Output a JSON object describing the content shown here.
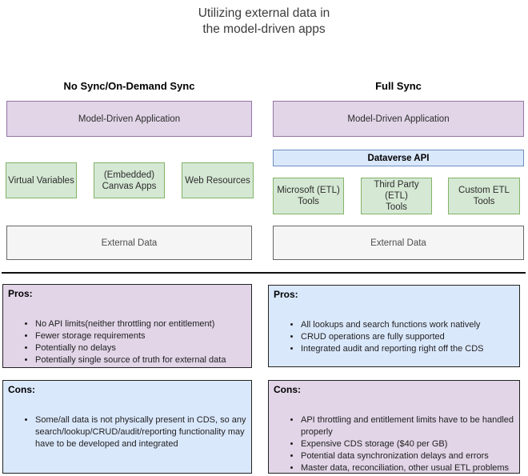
{
  "title": "Utilizing external data in\nthe model-driven apps",
  "left": {
    "header": "No Sync/On-Demand Sync",
    "app_box": "Model-Driven Application",
    "sources": [
      "Virtual Variables",
      "(Embedded)\nCanvas Apps",
      "Web Resources"
    ],
    "external": "External Data",
    "pros_label": "Pros:",
    "pros": [
      "No API limits(neither throttling nor entitlement)",
      "Fewer storage requirements",
      "Potentially no delays",
      "Potentially single source of truth for external data"
    ],
    "cons_label": "Cons:",
    "cons": [
      "Some/all data is not physically present in CDS, so any search/lookup/CRUD/audit/reporting functionality may have to be developed and integrated"
    ]
  },
  "right": {
    "header": "Full Sync",
    "app_box": "Model-Driven Application",
    "api_bar": "Dataverse API",
    "sources": [
      "Microsoft (ETL)\nTools",
      "Third Party (ETL)\nTools",
      "Custom ETL Tools"
    ],
    "external": "External Data",
    "pros_label": "Pros:",
    "pros": [
      "All lookups and search functions work natively",
      "CRUD operations are fully supported",
      "Integrated audit and reporting right off the CDS"
    ],
    "cons_label": "Cons:",
    "cons": [
      "API throttling and entitlement limits have to be handled properly",
      "Expensive CDS storage ($40 per GB)",
      "Potential data synchronization delays and errors",
      "Master data, reconciliation, other usual ETL problems"
    ]
  },
  "colors": {
    "purple_fill": "#e1d5e7",
    "purple_border": "#9673a6",
    "green_fill": "#d5e8d4",
    "green_border": "#82b366",
    "blue_fill": "#dae8fc",
    "blue_border": "#6c8ebf",
    "gray_fill": "#f5f5f5",
    "gray_border": "#666666"
  }
}
